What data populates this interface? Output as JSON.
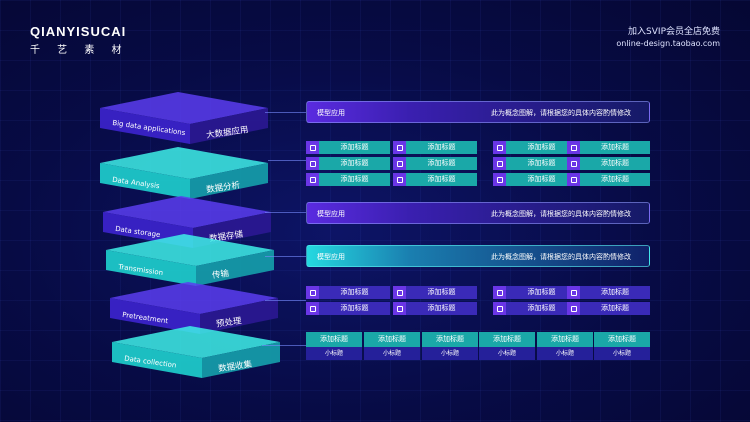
{
  "brand": {
    "name": "QIANYISUCAI",
    "cn": "千 艺 素 材"
  },
  "topright": {
    "line1": "加入SVIP会员全店免费",
    "line2": "online-design.taobao.com"
  },
  "layers": [
    {
      "en": "Big data applications",
      "zh": "大数据应用",
      "color": "purple"
    },
    {
      "en": "Data Analysis",
      "zh": "数据分析",
      "color": "teal"
    },
    {
      "en": "Data storage",
      "zh": "数据存储",
      "color": "purple"
    },
    {
      "en": "Transmission",
      "zh": "传输",
      "color": "teal"
    },
    {
      "en": "Pretreatment",
      "zh": "预处理",
      "color": "purple"
    },
    {
      "en": "Data collection",
      "zh": "数据收集",
      "color": "teal"
    }
  ],
  "bars": [
    {
      "label": "模型应用",
      "desc": "此为概念图解，请根据您的具体内容酌情修改"
    },
    {
      "label": "模型应用",
      "desc": "此为概念图解，请根据您的具体内容酌情修改"
    },
    {
      "label": "模型应用",
      "desc": "此为概念图解，请根据您的具体内容酌情修改"
    }
  ],
  "cell_label": "添加标题",
  "sub_label": "小标题"
}
